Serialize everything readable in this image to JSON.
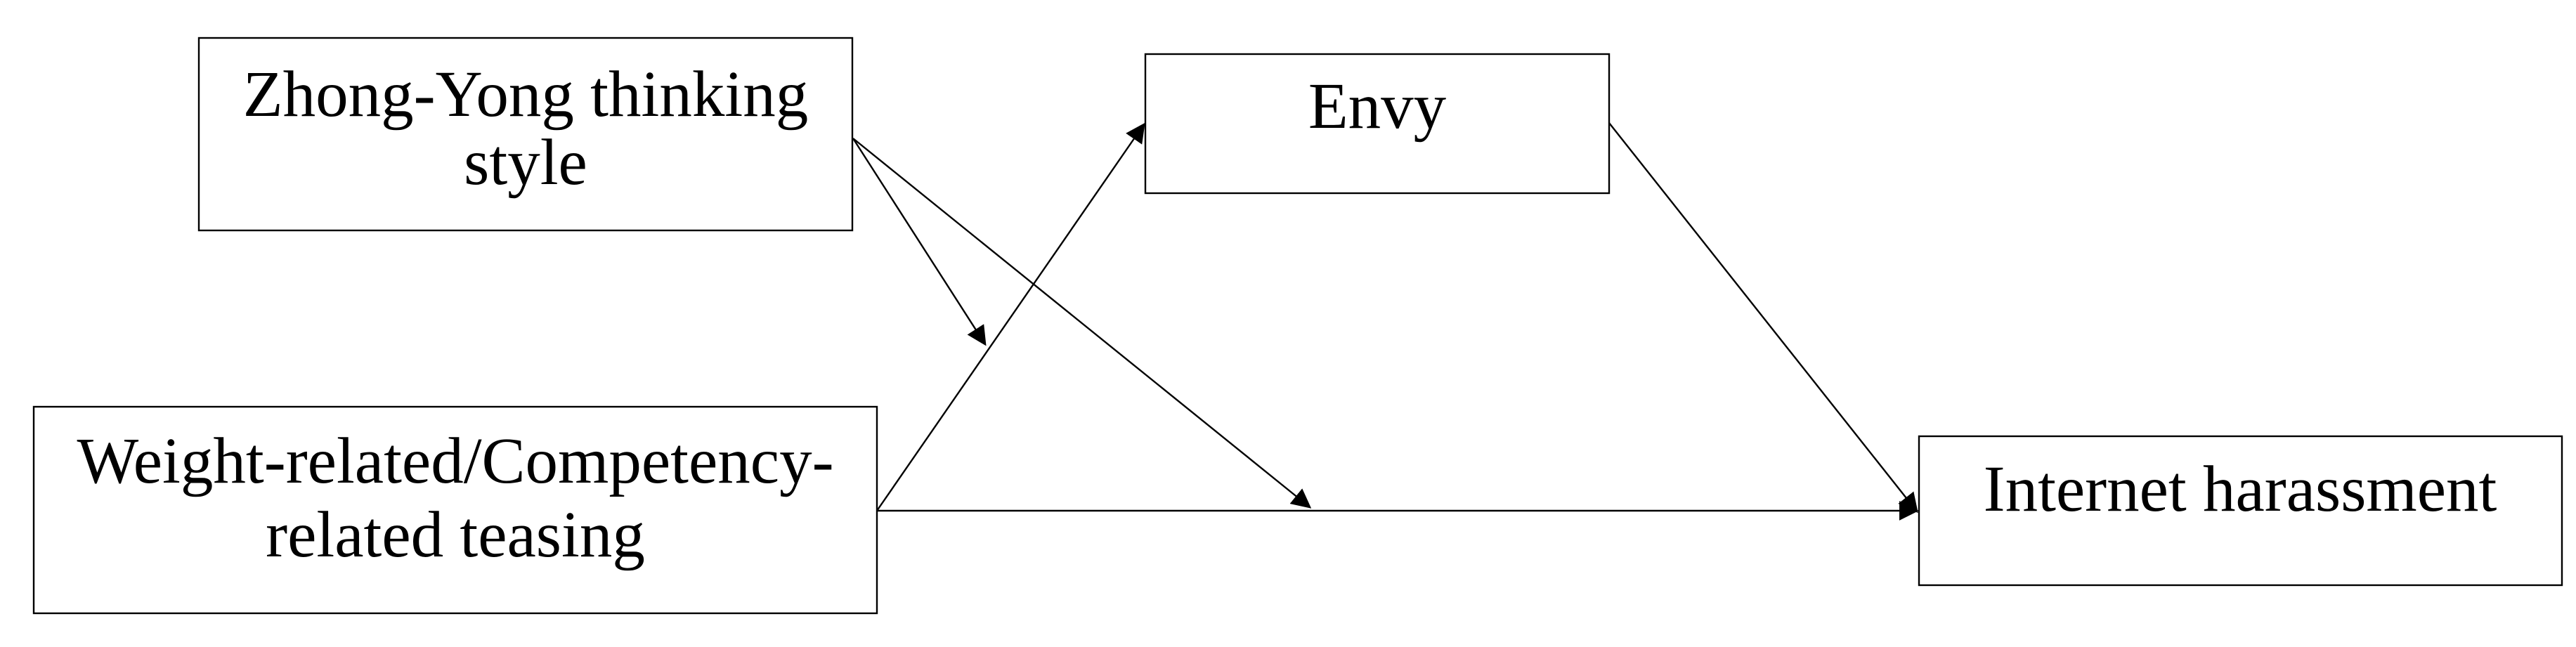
{
  "diagram": {
    "nodes": {
      "zhong_yong": {
        "line1": "Zhong-Yong thinking",
        "line2": "style"
      },
      "envy": {
        "line1": "Envy"
      },
      "teasing": {
        "line1": "Weight-related/Competency-",
        "line2": "related teasing"
      },
      "harassment": {
        "line1": "Internet harassment"
      }
    },
    "edges": [
      {
        "from": "teasing",
        "to": "envy"
      },
      {
        "from": "envy",
        "to": "harassment"
      },
      {
        "from": "teasing",
        "to": "harassment"
      },
      {
        "from": "zhong_yong",
        "to": "teasing-envy path (moderation)"
      },
      {
        "from": "zhong_yong",
        "to": "teasing-harassment path (moderation)"
      }
    ]
  }
}
